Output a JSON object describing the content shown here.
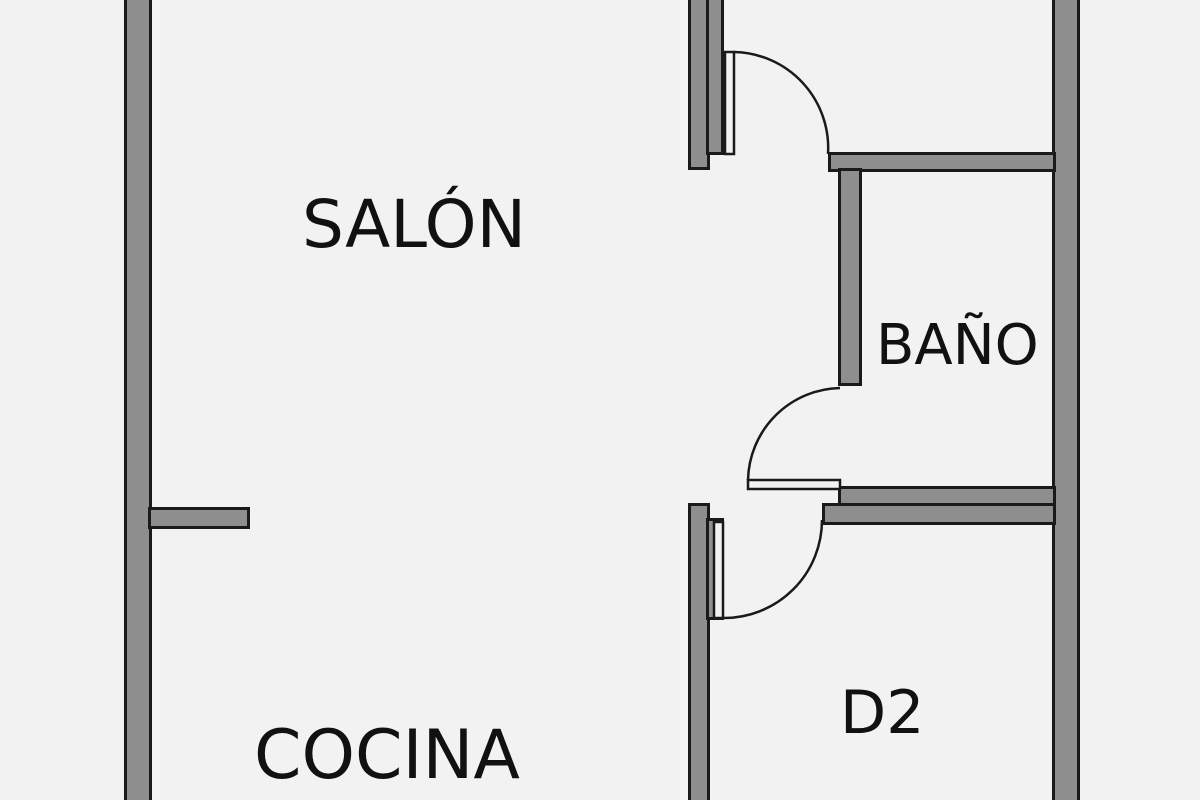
{
  "colors": {
    "background": "#f2f2f2",
    "wall_fill": "#8e8e8e",
    "outline": "#1a1a1a",
    "text": "#111111"
  },
  "rooms": {
    "salon": "SALÓN",
    "bano": "BAÑO",
    "cocina": "COCINA",
    "d2": "D2"
  }
}
